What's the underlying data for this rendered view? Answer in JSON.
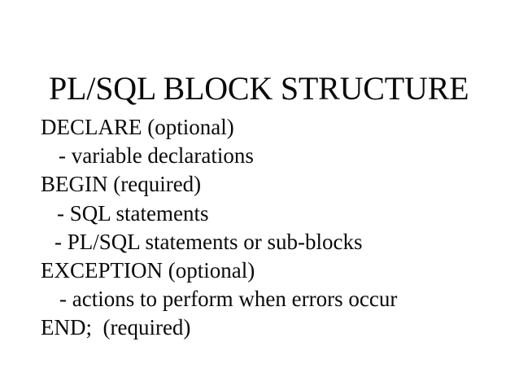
{
  "slide": {
    "title": "PL/SQL BLOCK STRUCTURE",
    "background_color": "#ffffff",
    "text_color": "#000000",
    "lines": [
      {
        "text": "DECLARE (optional)",
        "indent": "none"
      },
      {
        "text": "- variable declarations",
        "indent": "a"
      },
      {
        "text": "BEGIN (required)",
        "indent": "none"
      },
      {
        "text": "- SQL statements",
        "indent": "b"
      },
      {
        "text": "- PL/SQL statements or sub-blocks",
        "indent": "c"
      },
      {
        "text": "EXCEPTION (optional)",
        "indent": "none"
      },
      {
        "text": "- actions to perform when errors occur",
        "indent": "d"
      },
      {
        "text": "END;  (required)",
        "indent": "none"
      }
    ]
  }
}
